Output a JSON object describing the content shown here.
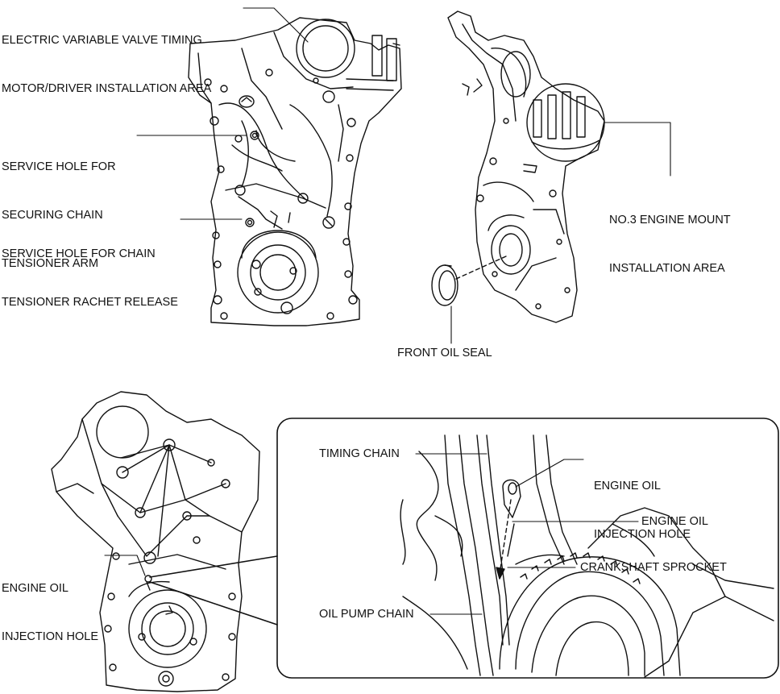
{
  "colors": {
    "ink": "#111111",
    "background": "#ffffff"
  },
  "labels": {
    "evvt": [
      "ELECTRIC VARIABLE VALVE TIMING",
      "MOTOR/DRIVER INSTALLATION AREA"
    ],
    "tensioner_arm": [
      "SERVICE HOLE FOR",
      "SECURING CHAIN",
      "TENSIONER ARM"
    ],
    "rachet_release": [
      "SERVICE HOLE FOR CHAIN",
      "TENSIONER RACHET RELEASE"
    ],
    "mount": [
      "NO.3 ENGINE MOUNT",
      "INSTALLATION AREA"
    ],
    "front_oil_seal": "FRONT OIL SEAL",
    "engine_oil_injection_left": [
      "ENGINE OIL",
      "INJECTION HOLE"
    ],
    "timing_chain": "TIMING CHAIN",
    "engine_oil_injection_detail": [
      "ENGINE OIL",
      "INJECTION HOLE"
    ],
    "engine_oil": "ENGINE OIL",
    "crankshaft_sprocket": "CRANKSHAFT SPROCKET",
    "oil_pump_chain": "OIL PUMP CHAIN"
  }
}
